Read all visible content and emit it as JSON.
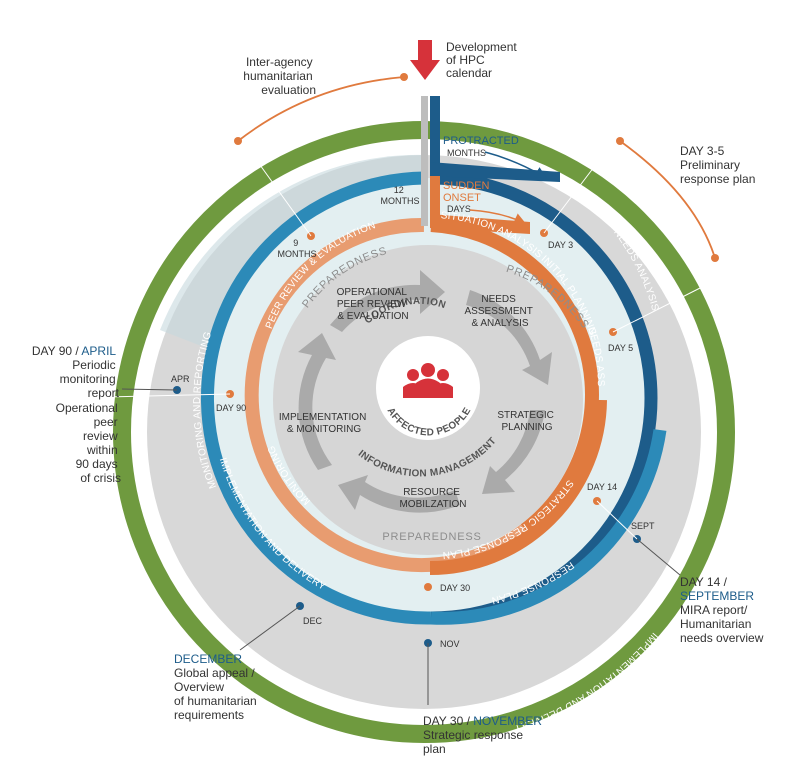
{
  "top": {
    "arrow_label": [
      "Development",
      "of HPC",
      "calendar"
    ]
  },
  "headers": {
    "protracted": "PROTRACTED",
    "protracted_unit": "MONTHS",
    "sudden": [
      "SUDDEN",
      "ONSET"
    ],
    "sudden_unit": "DAYS"
  },
  "ring_labels": {
    "implementation_delivery": "IMPLEMENTATION AND DELIVERY",
    "needs_analysis": "NEEDS ANALYSIS",
    "response_plan": "RESPONSE PLAN",
    "monitoring_reporting": "MONITORING AND REPORTING",
    "situation_analysis": "SITUATION ANALYSIS",
    "initial_planning": "INITIAL PLANNING",
    "needs_assessment_analysis": "NEEDS ASSESSMENT & ANALYSIS",
    "strategic_response_plan": "STRATEGIC RESPONSE PLAN",
    "monitoring": "MONITORING",
    "peer_review": "PEER REVIEW & EVALUATION",
    "preparedness": "PREPAREDNESS"
  },
  "markers": {
    "twelve_months": [
      "12",
      "MONTHS"
    ],
    "nine_months": [
      "9",
      "MONTHS"
    ],
    "day3": "DAY 3",
    "day5": "DAY 5",
    "day14": "DAY 14",
    "day30": "DAY 30",
    "day90": "DAY 90",
    "apr": "APR",
    "sept": "SEPT",
    "nov": "NOV",
    "dec": "DEC"
  },
  "core": {
    "operational_peer_review": [
      "OPERATIONAL",
      "PEER REVIEW",
      "& EVALUATION"
    ],
    "needs_assessment": [
      "NEEDS",
      "ASSESSMENT",
      "& ANALYSIS"
    ],
    "strategic_planning": [
      "STRATEGIC",
      "PLANNING"
    ],
    "resource_mobilization": [
      "RESOURCE",
      "MOBILZATION"
    ],
    "implementation_monitoring": [
      "IMPLEMENTATION",
      "& MONITORING"
    ],
    "coordination": "COORDINATION",
    "information_management": "INFORMATION MANAGEMENT",
    "affected_people": "AFFECTED PEOPLE"
  },
  "annotations": {
    "inter_agency": [
      "Inter-agency",
      "humanitarian",
      "evaluation"
    ],
    "day3_5": [
      "DAY 3-5",
      "Preliminary",
      "response plan"
    ],
    "day90_day": "DAY 90 / ",
    "day90_month": "APRIL",
    "day90_rest": [
      "Periodic",
      "monitoring",
      "report"
    ],
    "operational_peer": [
      "Operational",
      "peer",
      "review",
      "within",
      "90 days",
      "of crisis"
    ],
    "day14_day": "DAY 14 /",
    "day14_month": "SEPTEMBER",
    "day14_rest": [
      "MIRA report/",
      "Humanitarian",
      "needs overview"
    ],
    "december": "DECEMBER",
    "december_rest": [
      "Global appeal /",
      "Overview",
      "of humanitarian",
      "requirements"
    ],
    "day30_day": "DAY 30 / ",
    "day30_month": "NOVEMBER",
    "day30_rest": [
      "Strategic response",
      "plan"
    ]
  },
  "colors": {
    "green": "#6f9a3f",
    "gray": "#d8d8d8",
    "teal": "#2c8ab8",
    "navy": "#1d5c8a",
    "orange": "#e07a3e",
    "salmon": "#e89c70",
    "light": "#e3eff1",
    "arrow_gray": "#aaaaaa",
    "red": "#d6323a"
  }
}
